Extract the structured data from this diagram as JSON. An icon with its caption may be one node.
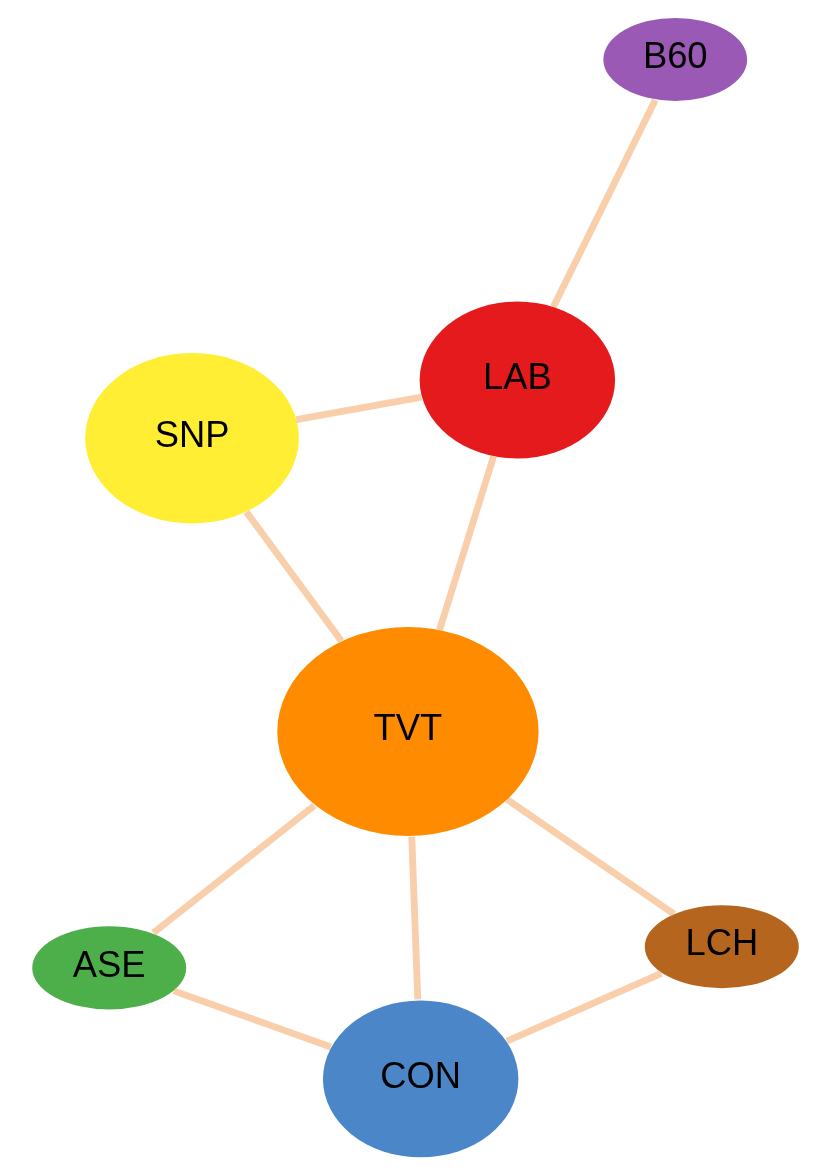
{
  "diagram": {
    "nodes": [
      {
        "text": [
          "B60"
        ]
      },
      {
        "text": [
          "LAB"
        ]
      },
      {
        "text": [
          "TVT"
        ]
      },
      {
        "text": [
          "SNP"
        ]
      },
      {
        "text": [
          "LCH"
        ]
      },
      {
        "text": [
          "ASE"
        ]
      },
      {
        "text": [
          "CON"
        ]
      }
    ],
    "edges": [
      {
        "from": 0,
        "to": 1,
        "arrow": "none"
      },
      {
        "from": 1,
        "to": 2,
        "arrow": "none"
      },
      {
        "from": 1,
        "to": 3,
        "arrow": "none"
      },
      {
        "from": 2,
        "to": 3,
        "arrow": "none"
      },
      {
        "from": 2,
        "to": 4,
        "arrow": "none"
      },
      {
        "from": 2,
        "to": 5,
        "arrow": "none"
      },
      {
        "from": 5,
        "to": 6,
        "arrow": "none"
      },
      {
        "from": 2,
        "to": 6,
        "arrow": "none"
      },
      {
        "from": 6,
        "to": 4,
        "arrow": "none"
      }
    ]
  }
}
